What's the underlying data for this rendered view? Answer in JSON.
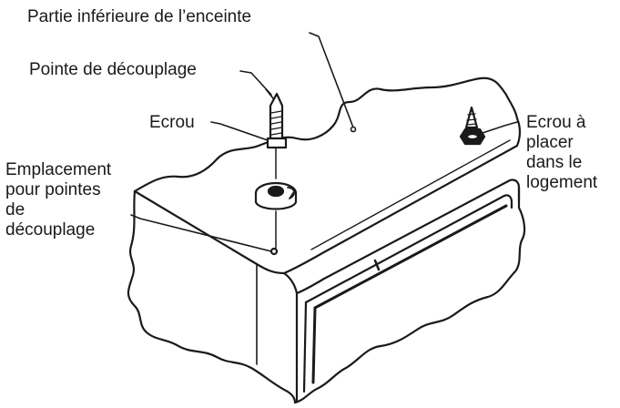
{
  "labels": {
    "bottom_part": "Partie inférieure de l’enceinte",
    "spike": "Pointe de découplage",
    "nut": "Ecrou",
    "location": [
      "Emplacement",
      "pour pointes",
      "de",
      "découplage"
    ],
    "nut_to_place": [
      "Ecrou à",
      "placer",
      "dans le",
      "logement"
    ]
  }
}
